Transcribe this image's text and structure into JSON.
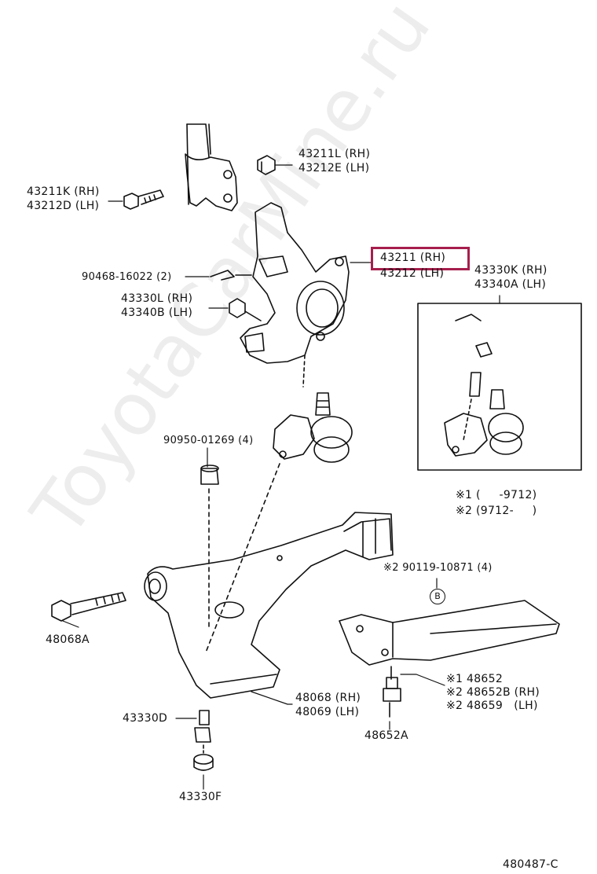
{
  "diagram": {
    "drawing_id": "480487-C",
    "highlight_color": "#a61e4d",
    "parts": {
      "bolt_43211l": [
        "43211L (RH)",
        "43212E (LH)"
      ],
      "bolt_43211k": [
        "43211K (RH)",
        "43212D (LH)"
      ],
      "knuckle": [
        "43211 (RH)",
        "43212 (LH)"
      ],
      "pin_90468": "90468-16022 (2)",
      "nut_43330l": [
        "43330L (RH)",
        "43340B (LH)"
      ],
      "ball_joint": [
        "43330K (RH)",
        "43340A (LH)"
      ],
      "bolt_90950": "90950-01269 (4)",
      "notes": [
        "※1 (     -9712)",
        "※2 (9712-     )"
      ],
      "bolt_90119": "※2 90119-10871 (4)",
      "marker_b": "B",
      "bolt_48068a": "48068A",
      "arm_48068": [
        "48068 (RH)",
        "48069 (LH)"
      ],
      "bracket_48652": [
        "※1 48652",
        "※2 48652B (RH)",
        "※2 48659   (LH)"
      ],
      "bolt_48652a": "48652A",
      "nut_43330d": "43330D",
      "washer_43330f": "43330F"
    }
  },
  "watermark": "ToyotaCarMine.ru"
}
